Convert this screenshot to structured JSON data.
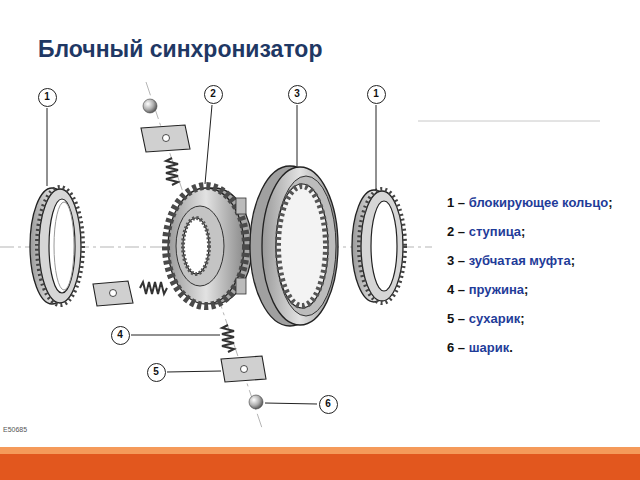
{
  "diagram": {
    "title": "Блочный синхронизатор",
    "nodes": [
      {
        "text": [
          "1"
        ]
      },
      {
        "text": [
          "2"
        ]
      },
      {
        "text": [
          "3"
        ]
      },
      {
        "text": [
          "1"
        ]
      },
      {
        "text": [
          "4"
        ]
      },
      {
        "text": [
          "5"
        ]
      },
      {
        "text": [
          "6"
        ]
      }
    ],
    "labels": [
      "1 – блокирующее кольцо;",
      "2 – ступица;",
      "3 – зубчатая муфта;",
      "4 – пружина;",
      "5 – сухарик;",
      "6 – шарик.",
      "E50685"
    ]
  }
}
